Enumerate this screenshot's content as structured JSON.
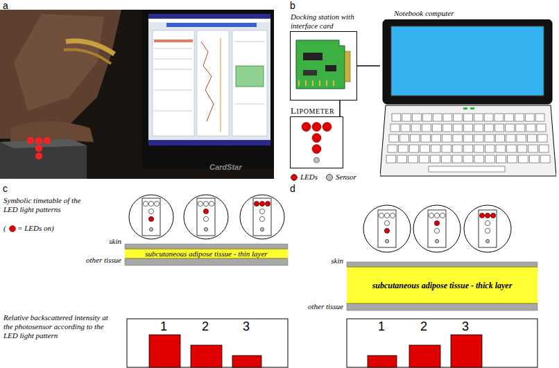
{
  "diagram": {
    "nodes": [
      {
        "text": [
          "Docking station with interface card"
        ]
      },
      {
        "text": [
          "Notebook computer"
        ]
      },
      {
        "text": [
          "LIPOMETER"
        ]
      },
      {
        "text": [
          "subcutaneous adipose tissue - thin layer"
        ]
      },
      {
        "text": [
          "subcutaneous adipose tissue - thick layer"
        ]
      }
    ],
    "edges": [
      {
        "from": 0,
        "to": 1,
        "arrow": "none"
      },
      {
        "from": 0,
        "to": 2,
        "arrow": "none"
      }
    ],
    "labels": [
      "a",
      "b",
      "c",
      "d",
      "CardStar",
      "Symbolic timetable of the LED light patterns",
      "(",
      "= LEDs on)",
      "skin",
      "other tissue",
      "Relative backscattered intensity at the photosensor according to the LED light pattern",
      "1",
      "2",
      "3",
      "skin",
      "other tissue",
      "1",
      "2",
      "3"
    ],
    "legend": [
      {
        "text": "LEDs",
        "color": "#e00000"
      },
      {
        "text": "Sensor",
        "color": "#c0c0c0"
      }
    ]
  }
}
